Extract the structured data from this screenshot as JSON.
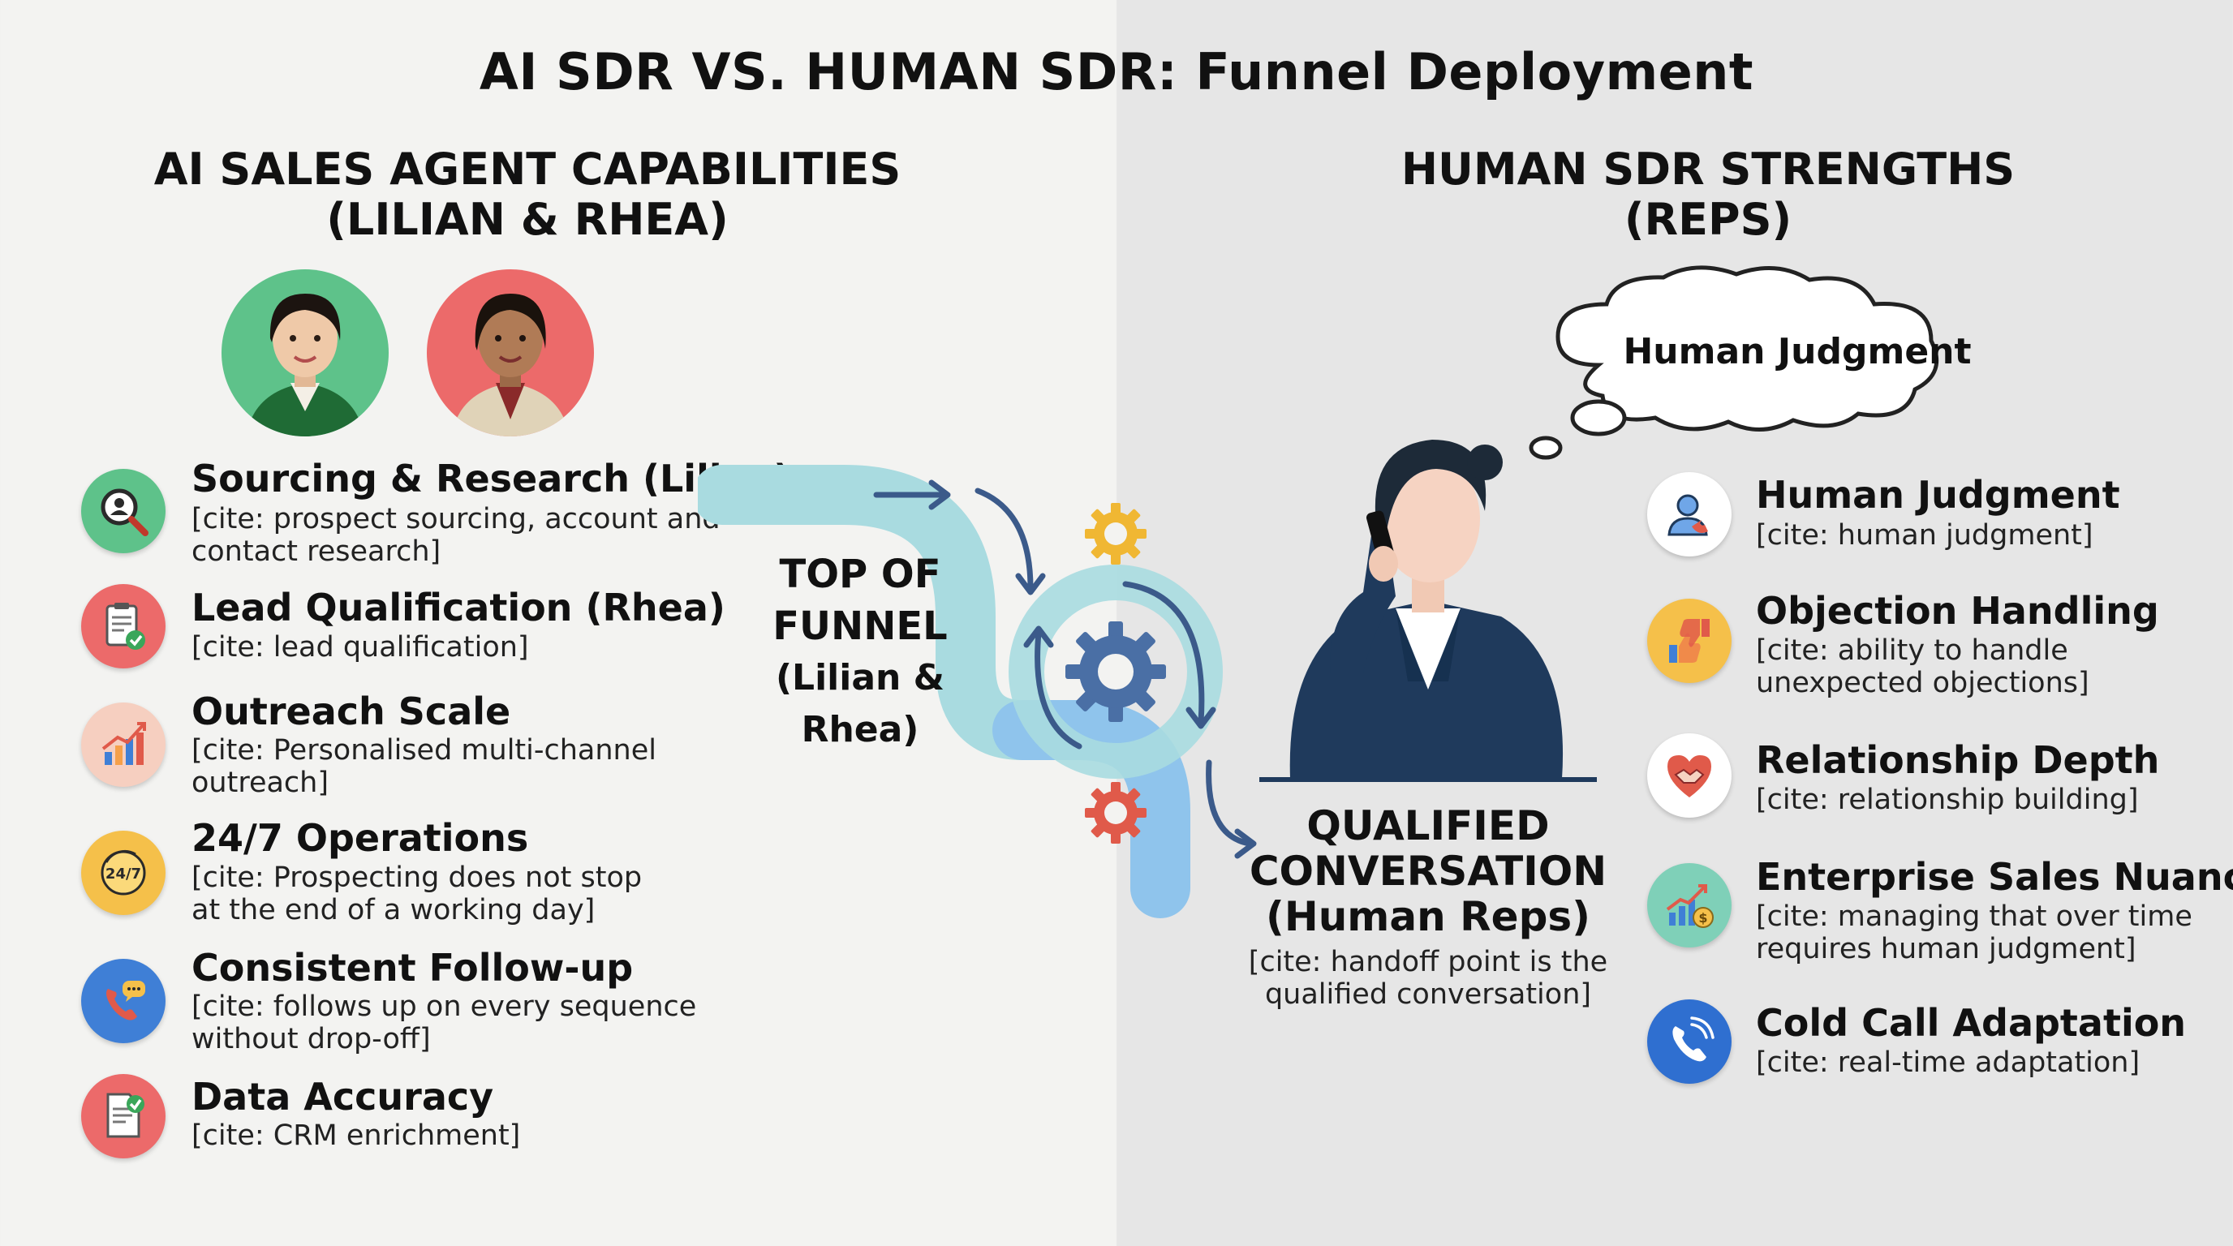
{
  "title": "AI SDR VS. HUMAN SDR: Funnel Deployment",
  "left": {
    "heading_line1": "AI SALES AGENT CAPABILITIES",
    "heading_line2": "(LILIAN & RHEA)",
    "items": [
      {
        "title": "Sourcing & Research (Lilian)",
        "cite1": "[cite: prospect sourcing, account and",
        "cite2": "contact research]",
        "icon": "magnifier-person-icon",
        "color": "#5ec28a"
      },
      {
        "title": "Lead Qualification (Rhea)",
        "cite1": "[cite: lead qualification]",
        "cite2": "",
        "icon": "clipboard-check-icon",
        "color": "#ec6a6a"
      },
      {
        "title": "Outreach Scale",
        "cite1": "[cite: Personalised multi-channel",
        "cite2": "outreach]",
        "icon": "growth-chart-icon",
        "color": "#f6cfc0"
      },
      {
        "title": "24/7 Operations",
        "cite1": "[cite: Prospecting does not stop",
        "cite2": "at the end of a working day]",
        "icon": "clock-24-7-icon",
        "color": "#f5c04a"
      },
      {
        "title": "Consistent Follow-up",
        "cite1": "[cite: follows up on every sequence",
        "cite2": "without drop-off]",
        "icon": "phone-chat-icon",
        "color": "#3f7fd6"
      },
      {
        "title": "Data Accuracy",
        "cite1": "[cite: CRM enrichment]",
        "cite2": "",
        "icon": "document-check-icon",
        "color": "#ec6a6a"
      }
    ]
  },
  "center": {
    "top_line1": "TOP OF",
    "top_line2": "FUNNEL",
    "top_line3": "(Lilian & Rhea)",
    "qual_line1": "QUALIFIED",
    "qual_line2": "CONVERSATION",
    "qual_line3": "(Human Reps)",
    "qual_cite1": "[cite: handoff point is the",
    "qual_cite2": "qualified conversation]"
  },
  "right": {
    "heading_line1": "HUMAN SDR STRENGTHS",
    "heading_line2": "(REPS)",
    "bubble": "Human Judgment",
    "items": [
      {
        "title": "Human Judgment",
        "cite1": "[cite: human judgment]",
        "cite2": "",
        "icon": "person-headset-icon",
        "color": "#ffffff"
      },
      {
        "title": "Objection Handling",
        "cite1": "[cite: ability to handle",
        "cite2": "unexpected objections]",
        "icon": "thumbs-up-down-icon",
        "color": "#f5c04a"
      },
      {
        "title": "Relationship Depth",
        "cite1": "[cite: relationship building]",
        "cite2": "",
        "icon": "heart-handshake-icon",
        "color": "#ffffff"
      },
      {
        "title": "Enterprise Sales Nuance",
        "cite1": "[cite: managing that over time",
        "cite2": "requires human judgment]",
        "icon": "growth-dollar-icon",
        "color": "#7fd0b8"
      },
      {
        "title": "Cold Call Adaptation",
        "cite1": "[cite: real-time adaptation]",
        "cite2": "",
        "icon": "phone-ring-icon",
        "color": "#2f6fd0"
      }
    ]
  }
}
